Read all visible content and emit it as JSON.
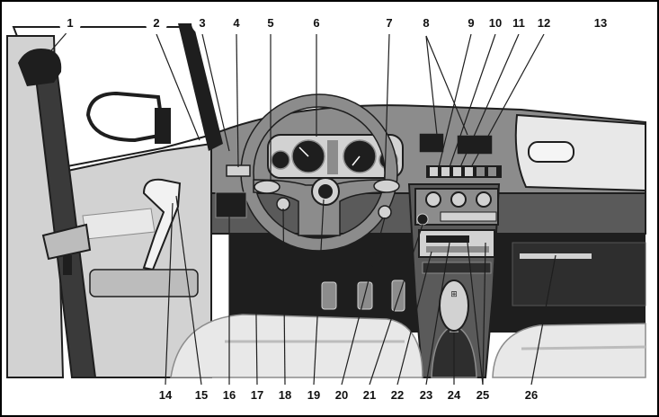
{
  "diagram": {
    "colors": {
      "background": "#ffffff",
      "dark": "#1e1e1e",
      "mid": "#8c8c8c",
      "light": "#d2d2d2",
      "callout_fill": "#ffffff",
      "callout_text": "#111111"
    },
    "callouts": [
      {
        "id": 1,
        "label": "1"
      },
      {
        "id": 2,
        "label": "2"
      },
      {
        "id": 3,
        "label": "3"
      },
      {
        "id": 4,
        "label": "4"
      },
      {
        "id": 5,
        "label": "5"
      },
      {
        "id": 6,
        "label": "6"
      },
      {
        "id": 7,
        "label": "7"
      },
      {
        "id": 8,
        "label": "8"
      },
      {
        "id": 9,
        "label": "9"
      },
      {
        "id": 10,
        "label": "10"
      },
      {
        "id": 11,
        "label": "11"
      },
      {
        "id": 12,
        "label": "12"
      },
      {
        "id": 13,
        "label": "13"
      },
      {
        "id": 14,
        "label": "14"
      },
      {
        "id": 15,
        "label": "15"
      },
      {
        "id": 16,
        "label": "16"
      },
      {
        "id": 17,
        "label": "17"
      },
      {
        "id": 18,
        "label": "18"
      },
      {
        "id": 19,
        "label": "19"
      },
      {
        "id": 20,
        "label": "20"
      },
      {
        "id": 21,
        "label": "21"
      },
      {
        "id": 22,
        "label": "22"
      },
      {
        "id": 23,
        "label": "23"
      },
      {
        "id": 24,
        "label": "24"
      },
      {
        "id": 25,
        "label": "25"
      },
      {
        "id": 26,
        "label": "26"
      }
    ]
  }
}
